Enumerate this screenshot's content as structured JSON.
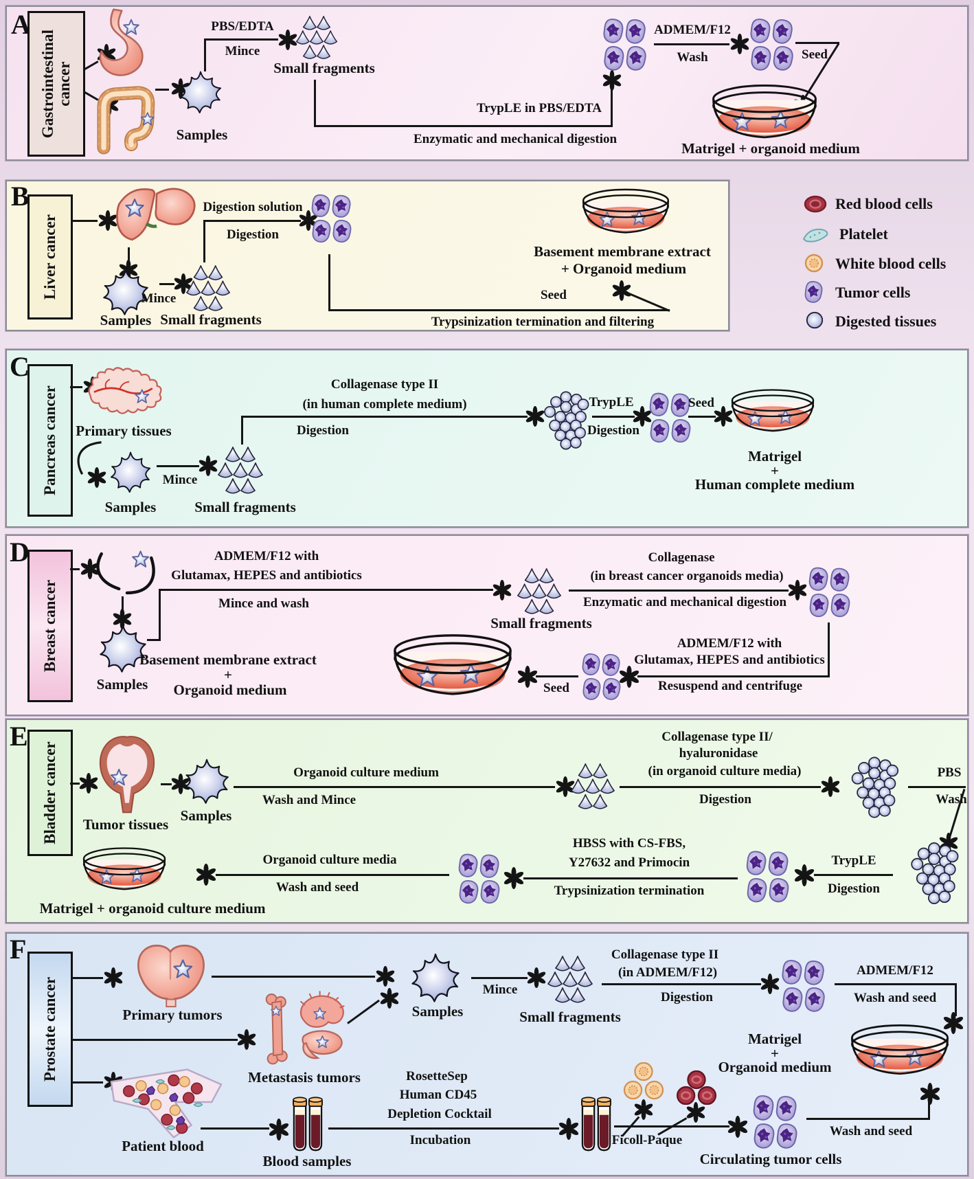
{
  "figure": {
    "type": "workflow-diagram",
    "subject": "Tumor organoid derivation workflows by cancer type"
  },
  "colors": {
    "dish_medium": "#e96a50",
    "tumor_cell_core": "#4a2383",
    "sample_lavender": "#aab3dd",
    "organ_salmon": "#f0998c",
    "blood_dark_red": "#6b1a28",
    "line_black": "#151515"
  },
  "legend": {
    "items": [
      {
        "icon": "red-blood-cell-icon",
        "label": "Red blood cells"
      },
      {
        "icon": "platelet-icon",
        "label": "Platelet"
      },
      {
        "icon": "white-blood-cell-icon",
        "label": "White blood cells"
      },
      {
        "icon": "tumor-cell-icon",
        "label": "Tumor cells"
      },
      {
        "icon": "digested-tissue-icon",
        "label": "Digested tissues"
      }
    ]
  },
  "panels": {
    "a": {
      "letter": "A",
      "title": "Gastrointestinal cancer",
      "samples": "Samples",
      "pbs": "PBS/EDTA",
      "mince": "Mince",
      "frag": "Small fragments",
      "tryple": "TrypLE in PBS/EDTA",
      "enz": "Enzymatic and mechanical digestion",
      "admem": "ADMEM/F12",
      "wash": "Wash",
      "seed": "Seed",
      "dish": "Matrigel + organoid medium"
    },
    "b": {
      "letter": "B",
      "title": "Liver cancer",
      "samples": "Samples",
      "mince": "Mince",
      "frag": "Small fragments",
      "digsol": "Digestion solution",
      "dig": "Digestion",
      "seed": "Seed",
      "tryps": "Trypsinization termination and filtering",
      "dish1": "Basement membrane extract",
      "dish2": "+ Organoid medium"
    },
    "c": {
      "letter": "C",
      "title": "Pancreas cancer",
      "primary": "Primary tissues",
      "samples": "Samples",
      "mince": "Mince",
      "frag": "Small fragments",
      "coll1": "Collagenase type II",
      "coll2": "(in human complete medium)",
      "dig": "Digestion",
      "tryple": "TrypLE",
      "dig2": "Digestion",
      "seed": "Seed",
      "m1": "Matrigel",
      "plus": "+",
      "m2": "Human complete medium"
    },
    "d": {
      "letter": "D",
      "title": "Breast cancer",
      "samples": "Samples",
      "ad1": "ADMEM/F12 with",
      "ad1b": "Glutamax, HEPES and antibiotics",
      "mw": "Mince and wash",
      "frag": "Small fragments",
      "coll1": "Collagenase",
      "coll2": "(in breast cancer organoids media)",
      "enz": "Enzymatic and mechanical digestion",
      "ad2": "ADMEM/F12 with",
      "ad2b": "Glutamax, HEPES and antibiotics",
      "rc": "Resuspend and centrifuge",
      "seed": "Seed",
      "bme1": "Basement membrane extract",
      "plus": "+",
      "bme2": "Organoid medium"
    },
    "e": {
      "letter": "E",
      "title": "Bladder cancer",
      "tumor": "Tumor tissues",
      "samples": "Samples",
      "ocm": "Organoid culture medium",
      "wm": "Wash and Mince",
      "coll1": "Collagenase type II/",
      "coll2": "hyaluronidase",
      "coll3": "(in organoid culture media)",
      "dig": "Digestion",
      "pbs": "PBS",
      "wash": "Wash",
      "tryple": "TrypLE",
      "dig2": "Digestion",
      "hbss1": "HBSS with CS-FBS,",
      "hbss2": "Y27632 and Primocin",
      "tryps": "Trypsinization termination",
      "ocm2": "Organoid culture media",
      "ws": "Wash and seed",
      "dish": "Matrigel + organoid culture medium"
    },
    "f": {
      "letter": "F",
      "title": "Prostate cancer",
      "primary": "Primary tumors",
      "meta": "Metastasis tumors",
      "blood": "Patient blood",
      "samples": "Samples",
      "bsamples": "Blood samples",
      "mince": "Mince",
      "frag": "Small fragments",
      "coll1": "Collagenase type II",
      "coll2": "(in ADMEM/F12)",
      "dig": "Digestion",
      "admem": "ADMEM/F12",
      "ws1": "Wash and seed",
      "m1": "Matrigel",
      "plus": "+",
      "m2": "Organoid medium",
      "ros1": "RosetteSep",
      "ros2": "Human CD45",
      "ros3": "Depletion Cocktail",
      "inc": "Incubation",
      "ficoll": "Ficoll-Paque",
      "ctc": "Circulating tumor cells",
      "ws2": "Wash and seed"
    }
  }
}
